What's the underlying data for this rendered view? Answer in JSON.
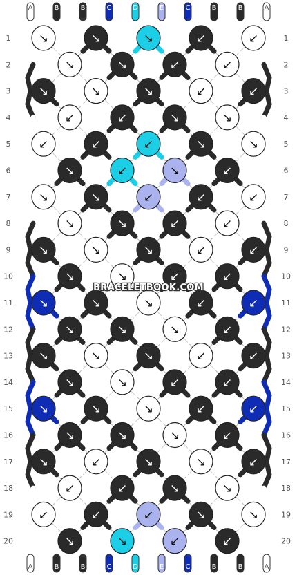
{
  "colors": {
    "A": "#ffffff",
    "B": "#2a2a2a",
    "C": "#0f2db4",
    "D": "#1ccfe6",
    "E": "#aab3ee"
  },
  "top_strands": [
    "A",
    "B",
    "B",
    "C",
    "D",
    "E",
    "C",
    "B",
    "B",
    "A"
  ],
  "bottom_strands": [
    "A",
    "B",
    "B",
    "C",
    "D",
    "E",
    "C",
    "B",
    "B",
    "A"
  ],
  "row_numbers": [
    "1",
    "2",
    "3",
    "4",
    "5",
    "6",
    "7",
    "8",
    "9",
    "10",
    "11",
    "12",
    "13",
    "14",
    "15",
    "16",
    "17",
    "18",
    "19",
    "20"
  ],
  "watermark": "BRACELETBOOK.COM",
  "knots": [
    {
      "row": 1,
      "col": 0,
      "color": "A",
      "dir": "↘"
    },
    {
      "row": 1,
      "col": 1,
      "color": "B",
      "dir": "↘"
    },
    {
      "row": 1,
      "col": 2,
      "color": "D",
      "dir": "↘"
    },
    {
      "row": 1,
      "col": 3,
      "color": "B",
      "dir": "↙"
    },
    {
      "row": 1,
      "col": 4,
      "color": "A",
      "dir": "↙"
    },
    {
      "row": 2,
      "col": 0,
      "color": "A",
      "dir": "↘"
    },
    {
      "row": 2,
      "col": 1,
      "color": "B",
      "dir": "↘"
    },
    {
      "row": 2,
      "col": 2,
      "color": "B",
      "dir": "↙"
    },
    {
      "row": 2,
      "col": 3,
      "color": "A",
      "dir": "↙"
    },
    {
      "row": 3,
      "col": 0,
      "color": "B",
      "dir": "↘"
    },
    {
      "row": 3,
      "col": 1,
      "color": "A",
      "dir": "↘"
    },
    {
      "row": 3,
      "col": 2,
      "color": "B",
      "dir": "↘"
    },
    {
      "row": 3,
      "col": 3,
      "color": "A",
      "dir": "↙"
    },
    {
      "row": 3,
      "col": 4,
      "color": "B",
      "dir": "↙"
    },
    {
      "row": 4,
      "col": 0,
      "color": "A",
      "dir": "↙"
    },
    {
      "row": 4,
      "col": 1,
      "color": "B",
      "dir": "↙"
    },
    {
      "row": 4,
      "col": 2,
      "color": "B",
      "dir": "↘"
    },
    {
      "row": 4,
      "col": 3,
      "color": "A",
      "dir": "↘"
    },
    {
      "row": 5,
      "col": 0,
      "color": "A",
      "dir": "↙"
    },
    {
      "row": 5,
      "col": 1,
      "color": "B",
      "dir": "↙"
    },
    {
      "row": 5,
      "col": 2,
      "color": "D",
      "dir": "↙"
    },
    {
      "row": 5,
      "col": 3,
      "color": "B",
      "dir": "↘"
    },
    {
      "row": 5,
      "col": 4,
      "color": "A",
      "dir": "↘"
    },
    {
      "row": 6,
      "col": 0,
      "color": "B",
      "dir": "↘"
    },
    {
      "row": 6,
      "col": 1,
      "color": "D",
      "dir": "↙"
    },
    {
      "row": 6,
      "col": 2,
      "color": "E",
      "dir": "↘"
    },
    {
      "row": 6,
      "col": 3,
      "color": "B",
      "dir": "↙"
    },
    {
      "row": 7,
      "col": 0,
      "color": "A",
      "dir": "↘"
    },
    {
      "row": 7,
      "col": 1,
      "color": "B",
      "dir": "↘"
    },
    {
      "row": 7,
      "col": 2,
      "color": "E",
      "dir": "↙"
    },
    {
      "row": 7,
      "col": 3,
      "color": "B",
      "dir": "↙"
    },
    {
      "row": 7,
      "col": 4,
      "color": "A",
      "dir": "↙"
    },
    {
      "row": 8,
      "col": 0,
      "color": "A",
      "dir": "↘"
    },
    {
      "row": 8,
      "col": 1,
      "color": "B",
      "dir": "↘"
    },
    {
      "row": 8,
      "col": 2,
      "color": "B",
      "dir": "↙"
    },
    {
      "row": 8,
      "col": 3,
      "color": "A",
      "dir": "↙"
    },
    {
      "row": 9,
      "col": 0,
      "color": "B",
      "dir": "↘"
    },
    {
      "row": 9,
      "col": 1,
      "color": "A",
      "dir": "↘"
    },
    {
      "row": 9,
      "col": 2,
      "color": "B",
      "dir": "↘"
    },
    {
      "row": 9,
      "col": 3,
      "color": "A",
      "dir": "↙"
    },
    {
      "row": 9,
      "col": 4,
      "color": "B",
      "dir": "↙"
    },
    {
      "row": 10,
      "col": 0,
      "color": "B",
      "dir": "↘"
    },
    {
      "row": 10,
      "col": 1,
      "color": "A",
      "dir": "↘"
    },
    {
      "row": 10,
      "col": 2,
      "color": "B",
      "dir": "↙"
    },
    {
      "row": 10,
      "col": 3,
      "color": "B",
      "dir": "↙"
    },
    {
      "row": 11,
      "col": 0,
      "color": "C",
      "dir": "↘"
    },
    {
      "row": 11,
      "col": 1,
      "color": "B",
      "dir": "↘"
    },
    {
      "row": 11,
      "col": 2,
      "color": "A",
      "dir": "↘"
    },
    {
      "row": 11,
      "col": 3,
      "color": "B",
      "dir": "↙"
    },
    {
      "row": 11,
      "col": 4,
      "color": "C",
      "dir": "↙"
    },
    {
      "row": 12,
      "col": 0,
      "color": "B",
      "dir": "↘"
    },
    {
      "row": 12,
      "col": 1,
      "color": "B",
      "dir": "↘"
    },
    {
      "row": 12,
      "col": 2,
      "color": "A",
      "dir": "↘"
    },
    {
      "row": 12,
      "col": 3,
      "color": "B",
      "dir": "↙"
    },
    {
      "row": 13,
      "col": 0,
      "color": "B",
      "dir": "↘"
    },
    {
      "row": 13,
      "col": 1,
      "color": "A",
      "dir": "↘"
    },
    {
      "row": 13,
      "col": 2,
      "color": "B",
      "dir": "↘"
    },
    {
      "row": 13,
      "col": 3,
      "color": "A",
      "dir": "↙"
    },
    {
      "row": 13,
      "col": 4,
      "color": "B",
      "dir": "↙"
    },
    {
      "row": 14,
      "col": 0,
      "color": "B",
      "dir": "↘"
    },
    {
      "row": 14,
      "col": 1,
      "color": "A",
      "dir": "↘"
    },
    {
      "row": 14,
      "col": 2,
      "color": "B",
      "dir": "↙"
    },
    {
      "row": 14,
      "col": 3,
      "color": "B",
      "dir": "↙"
    },
    {
      "row": 15,
      "col": 0,
      "color": "C",
      "dir": "↘"
    },
    {
      "row": 15,
      "col": 1,
      "color": "B",
      "dir": "↘"
    },
    {
      "row": 15,
      "col": 2,
      "color": "A",
      "dir": "↘"
    },
    {
      "row": 15,
      "col": 3,
      "color": "B",
      "dir": "↙"
    },
    {
      "row": 15,
      "col": 4,
      "color": "C",
      "dir": "↙"
    },
    {
      "row": 16,
      "col": 0,
      "color": "B",
      "dir": "↘"
    },
    {
      "row": 16,
      "col": 1,
      "color": "B",
      "dir": "↘"
    },
    {
      "row": 16,
      "col": 2,
      "color": "A",
      "dir": "↘"
    },
    {
      "row": 16,
      "col": 3,
      "color": "B",
      "dir": "↙"
    },
    {
      "row": 17,
      "col": 0,
      "color": "B",
      "dir": "↘"
    },
    {
      "row": 17,
      "col": 1,
      "color": "A",
      "dir": "↙"
    },
    {
      "row": 17,
      "col": 2,
      "color": "B",
      "dir": "↘"
    },
    {
      "row": 17,
      "col": 3,
      "color": "A",
      "dir": "↘"
    },
    {
      "row": 17,
      "col": 4,
      "color": "B",
      "dir": "↙"
    },
    {
      "row": 18,
      "col": 0,
      "color": "A",
      "dir": "↙"
    },
    {
      "row": 18,
      "col": 1,
      "color": "B",
      "dir": "↙"
    },
    {
      "row": 18,
      "col": 2,
      "color": "B",
      "dir": "↘"
    },
    {
      "row": 18,
      "col": 3,
      "color": "A",
      "dir": "↘"
    },
    {
      "row": 19,
      "col": 0,
      "color": "A",
      "dir": "↙"
    },
    {
      "row": 19,
      "col": 1,
      "color": "B",
      "dir": "↙"
    },
    {
      "row": 19,
      "col": 2,
      "color": "E",
      "dir": "↙"
    },
    {
      "row": 19,
      "col": 3,
      "color": "B",
      "dir": "↘"
    },
    {
      "row": 19,
      "col": 4,
      "color": "A",
      "dir": "↘"
    },
    {
      "row": 20,
      "col": 0,
      "color": "B",
      "dir": "↘"
    },
    {
      "row": 20,
      "col": 1,
      "color": "D",
      "dir": "↘"
    },
    {
      "row": 20,
      "col": 2,
      "color": "E",
      "dir": "↙"
    },
    {
      "row": 20,
      "col": 3,
      "color": "B",
      "dir": "↙"
    }
  ]
}
